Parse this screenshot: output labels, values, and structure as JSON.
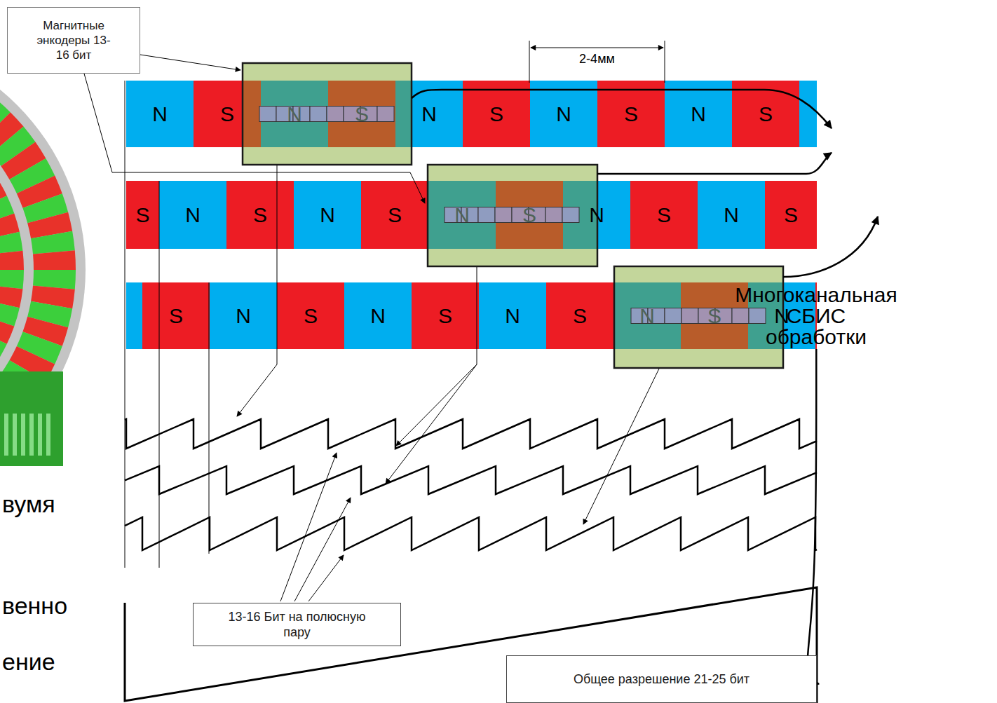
{
  "diagram": {
    "nodes": [
      {
        "text": [
          "Магнитные энкодеры 13-16 бит"
        ]
      },
      {
        "text": [
          "N"
        ]
      },
      {
        "text": [
          "S"
        ]
      },
      {
        "text": [
          "N"
        ]
      },
      {
        "text": [
          "S"
        ]
      },
      {
        "text": [
          "N"
        ]
      },
      {
        "text": [
          "S"
        ]
      },
      {
        "text": [
          "N"
        ]
      },
      {
        "text": [
          "S"
        ]
      },
      {
        "text": [
          "N"
        ]
      },
      {
        "text": [
          "S"
        ]
      },
      {
        "text": [
          "S"
        ]
      },
      {
        "text": [
          "N"
        ]
      },
      {
        "text": [
          "S"
        ]
      },
      {
        "text": [
          "N"
        ]
      },
      {
        "text": [
          "S"
        ]
      },
      {
        "text": [
          "N"
        ]
      },
      {
        "text": [
          "S"
        ]
      },
      {
        "text": [
          "N"
        ]
      },
      {
        "text": [
          "S"
        ]
      },
      {
        "text": [
          "N"
        ]
      },
      {
        "text": [
          "S"
        ]
      },
      {
        "text": [
          "S"
        ]
      },
      {
        "text": [
          "N"
        ]
      },
      {
        "text": [
          "S"
        ]
      },
      {
        "text": [
          "N"
        ]
      },
      {
        "text": [
          "S"
        ]
      },
      {
        "text": [
          "N"
        ]
      },
      {
        "text": [
          "S"
        ]
      },
      {
        "text": [
          "N"
        ]
      },
      {
        "text": [
          "S"
        ]
      },
      {
        "text": [
          "N"
        ]
      },
      {
        "text": [
          "Многоканальная СБИС обработки"
        ]
      },
      {
        "text": [
          "13-16 Бит на полюсную пару"
        ]
      },
      {
        "text": [
          "Общее разрешение 21-25 бит"
        ]
      }
    ],
    "edges": [
      {
        "from": 32,
        "to": 34,
        "arrow": "to"
      }
    ],
    "labels": [
      "2-4мм",
      "вумя",
      "венно",
      "ение"
    ]
  }
}
